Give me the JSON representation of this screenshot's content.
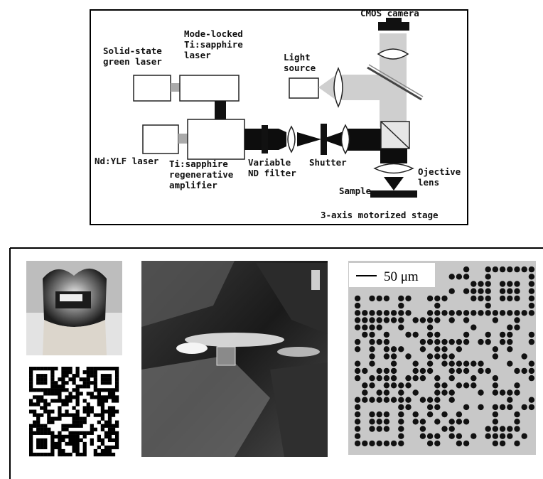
{
  "diagram": {
    "labels": {
      "cmos_camera": "CMOS camera",
      "mode_locked_1": "Mode-locked",
      "mode_locked_2": "Ti:sapphire",
      "mode_locked_3": "laser",
      "green_laser_1": "Solid-state",
      "green_laser_2": "green laser",
      "light_source_1": "Light",
      "light_source_2": "source",
      "ndylf": "Nd:YLF laser",
      "regen_1": "Ti:sapphire",
      "regen_2": "regenerative",
      "regen_3": "amplifier",
      "variable_nd_1": "Variable",
      "variable_nd_2": "ND filter",
      "shutter": "Shutter",
      "objective_1": "Ojective",
      "objective_2": "lens",
      "sample": "Sample",
      "stage": "3-axis motorized stage"
    }
  },
  "panels": {
    "scale_bar_label": "50 μm"
  },
  "colors": {
    "beam_dark": "#0d0d0d",
    "beam_light": "#cfcfcf",
    "frame": "#000000"
  }
}
